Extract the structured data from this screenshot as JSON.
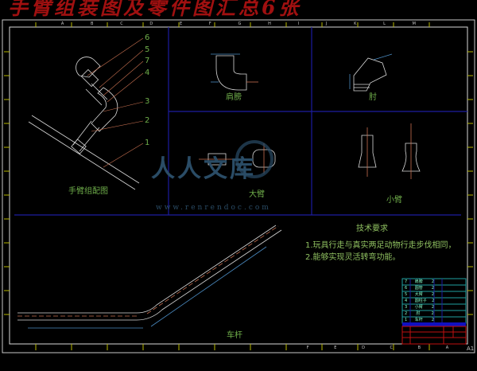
{
  "title": "手臂组装图及零件图汇总6张",
  "views": {
    "shoulder": "肩膀",
    "elbow": "肘",
    "assembly": "手臂组配图",
    "upper_arm": "大臂",
    "forearm": "小臂",
    "cart_rod": "车杆"
  },
  "balloons": [
    "6",
    "5",
    "7",
    "4",
    "3",
    "2",
    "1"
  ],
  "requirements": {
    "heading": "技术要求",
    "items": [
      "1.玩具行走与真实两足动物行走步伐相同，",
      "2.能够实现灵活转弯功能。"
    ]
  },
  "parts_list": [
    {
      "no": "7",
      "name": "肩膀",
      "qty": "2"
    },
    {
      "no": "6",
      "name": "圆管",
      "qty": "2"
    },
    {
      "no": "5",
      "name": "大臂",
      "qty": "2"
    },
    {
      "no": "4",
      "name": "圆柱子",
      "qty": "2"
    },
    {
      "no": "3",
      "name": "小臂",
      "qty": "2"
    },
    {
      "no": "2",
      "name": "肘",
      "qty": "2"
    },
    {
      "no": "1",
      "name": "车杆",
      "qty": "2"
    }
  ],
  "ruler_top": [
    "A",
    "B",
    "C",
    "D",
    "E",
    "F",
    "G",
    "H",
    "I",
    "J",
    "K",
    "L",
    "M"
  ],
  "ruler_bottom": [
    "F",
    "E",
    "D",
    "C",
    "B",
    "A"
  ],
  "sheet_size": "A1",
  "watermark": {
    "text": "人人文库",
    "url": "www.renrendoc.com"
  },
  "colors": {
    "frame": "#c8c8c8",
    "divider": "#1c1ca0",
    "title": "#a01010",
    "text": "#6fae4a"
  }
}
